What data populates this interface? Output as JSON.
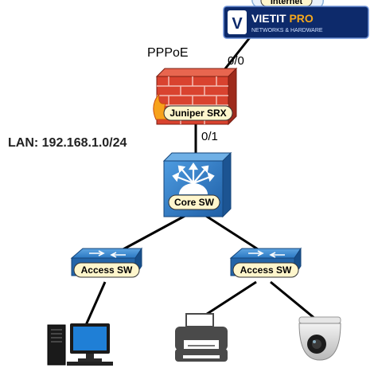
{
  "internet_cloud": {
    "label": "Internet"
  },
  "logo": {
    "mark": "V",
    "brand_main": "VIETIT",
    "brand_accent": "PRO",
    "tagline": "NETWORKS & HARDWARE"
  },
  "wan": {
    "protocol": "PPPoE",
    "port": "0/0"
  },
  "firewall": {
    "label": "Juniper SRX",
    "lan_port": "0/1"
  },
  "lan": {
    "subnet_label": "LAN: 192.168.1.0/24"
  },
  "core_switch": {
    "label": "Core SW"
  },
  "access_switches": [
    {
      "label": "Access SW"
    },
    {
      "label": "Access SW"
    }
  ],
  "endpoints": [
    {
      "icon": "desktop-pc-icon"
    },
    {
      "icon": "printer-icon"
    },
    {
      "icon": "dome-camera-icon"
    }
  ],
  "colors": {
    "firewall_brick": "#d9432f",
    "switch_blue": "#2b78c2",
    "logo_bg": "#0d2a6b",
    "logo_accent": "#f6a81c",
    "link": "#000000"
  }
}
